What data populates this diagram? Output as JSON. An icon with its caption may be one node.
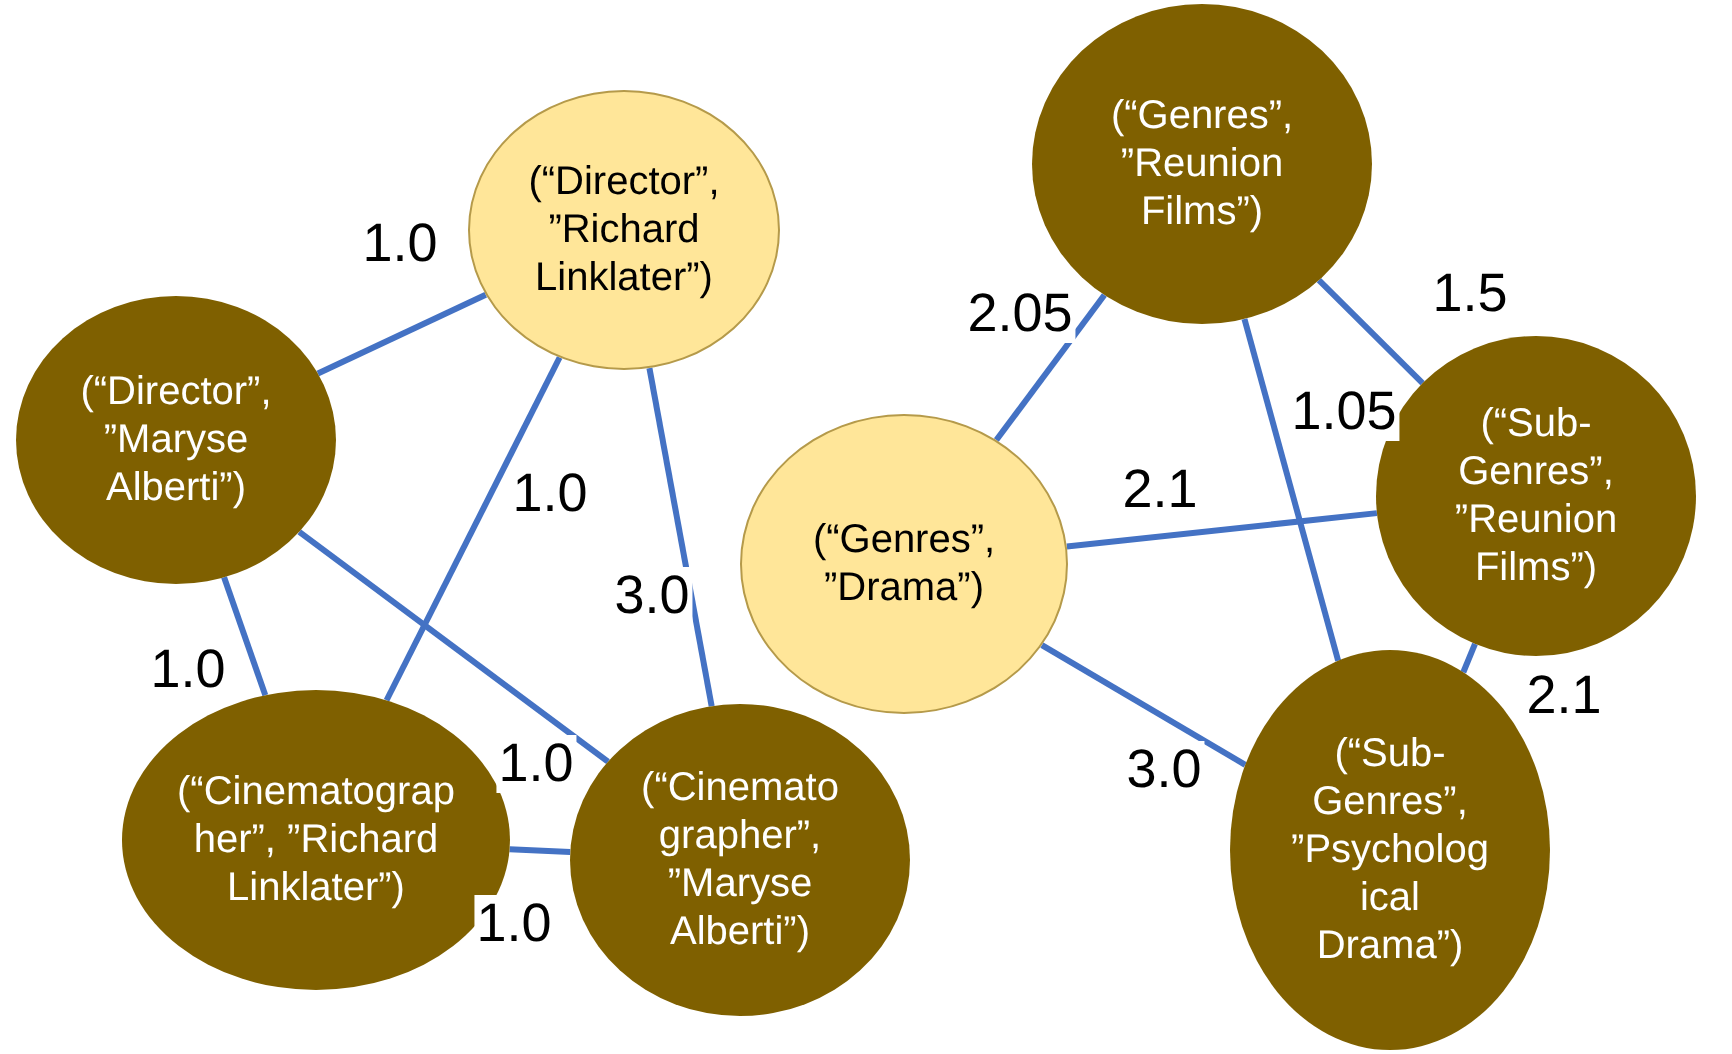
{
  "diagram": {
    "nodes": [
      {
        "text": [
          "(“Director”, ”Richard Linklater”)"
        ]
      },
      {
        "text": [
          "(“Director”, ”Maryse Alberti”)"
        ]
      },
      {
        "text": [
          "(“Cinematographer”, ”Richard Linklater”)"
        ]
      },
      {
        "text": [
          "(“Cinematographer”, ”Maryse Alberti”)"
        ]
      },
      {
        "text": [
          "(“Genres”, ”Reunion Films”)"
        ]
      },
      {
        "text": [
          "(“Genres”, ”Drama”)"
        ]
      },
      {
        "text": [
          "(“Sub-Genres”, ”Reunion Films”)"
        ]
      },
      {
        "text": [
          "(“Sub-Genres”, ”Psychological Drama”)"
        ]
      }
    ],
    "edges": [
      {
        "from": 0,
        "to": 1,
        "arrow": "none",
        "label": "1.0"
      },
      {
        "from": 0,
        "to": 2,
        "arrow": "none",
        "label": "1.0"
      },
      {
        "from": 0,
        "to": 3,
        "arrow": "none",
        "label": "3.0"
      },
      {
        "from": 1,
        "to": 2,
        "arrow": "none",
        "label": "1.0"
      },
      {
        "from": 1,
        "to": 3,
        "arrow": "none",
        "label": "1.0"
      },
      {
        "from": 2,
        "to": 3,
        "arrow": "none",
        "label": "1.0"
      },
      {
        "from": 4,
        "to": 5,
        "arrow": "none",
        "label": "2.05"
      },
      {
        "from": 4,
        "to": 6,
        "arrow": "none",
        "label": "1.5"
      },
      {
        "from": 4,
        "to": 7,
        "arrow": "none",
        "label": "1.05"
      },
      {
        "from": 5,
        "to": 6,
        "arrow": "none",
        "label": "2.1"
      },
      {
        "from": 6,
        "to": 7,
        "arrow": "none",
        "label": "2.1"
      },
      {
        "from": 5,
        "to": 7,
        "arrow": "none",
        "label": "3.0"
      }
    ]
  }
}
